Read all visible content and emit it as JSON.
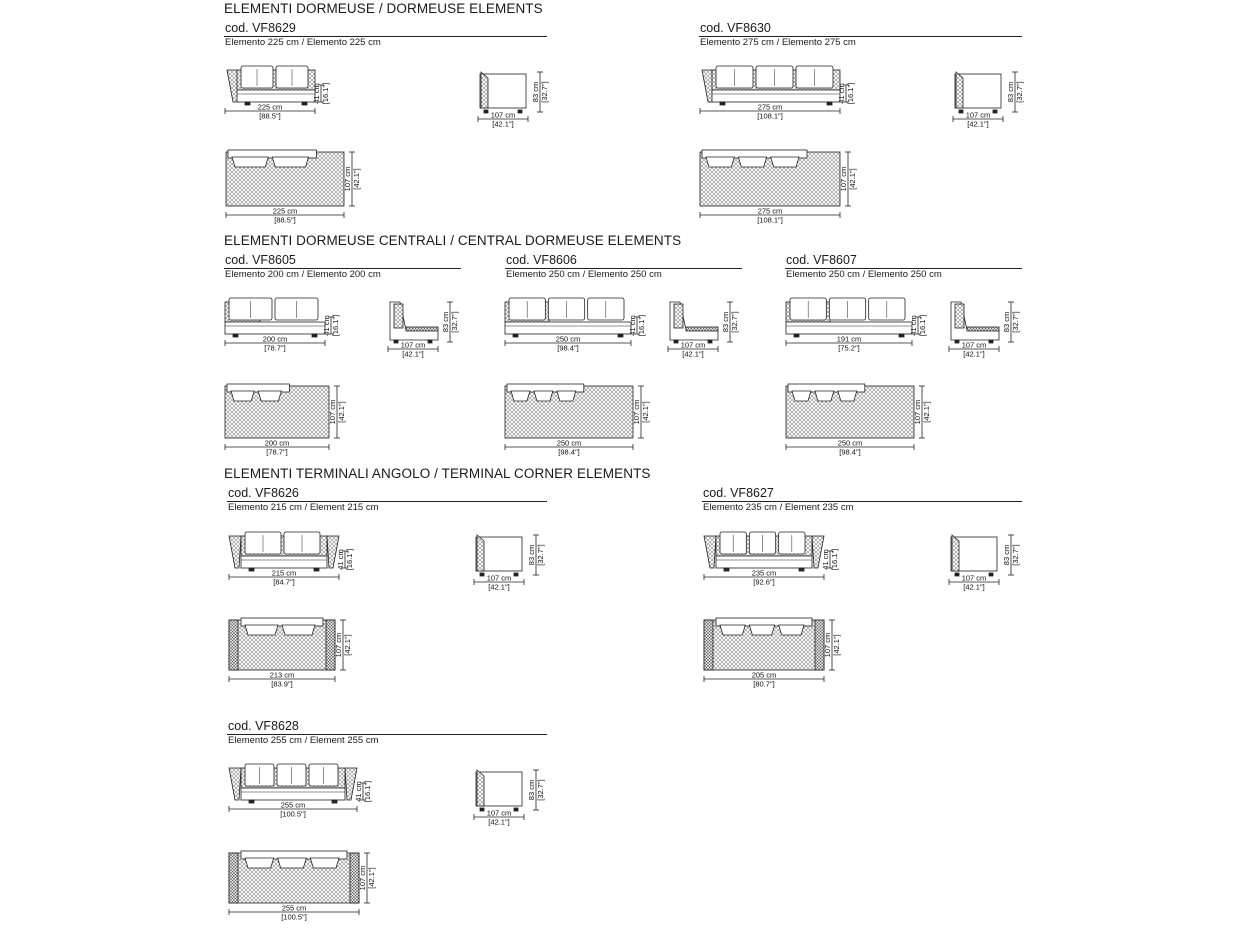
{
  "sections": [
    {
      "title": "ELEMENTI DORMEUSE / DORMEUSE ELEMENTS"
    },
    {
      "title": "ELEMENTI DORMEUSE CENTRALI / CENTRAL DORMEUSE ELEMENTS"
    },
    {
      "title": "ELEMENTI TERMINALI ANGOLO / TERMINAL CORNER ELEMENTS"
    }
  ],
  "products": [
    {
      "code": "cod. VF8629",
      "subtitle": "Elemento 225 cm / Elemento 225 cm",
      "front_w": "225 cm",
      "front_w_in": "[88.5\"]",
      "seat_h": "41 cm",
      "seat_h_in": "[16.1\"]",
      "side_w": "107 cm",
      "side_w_in": "[42.1\"]",
      "side_h": "83 cm",
      "side_h_in": "[32.7\"]",
      "top_w": "225 cm",
      "top_w_in": "[88.5\"]",
      "top_d": "107 cm",
      "top_d_in": "[42.1\"]"
    },
    {
      "code": "cod. VF8630",
      "subtitle": "Elemento 275 cm / Elemento 275 cm",
      "front_w": "275 cm",
      "front_w_in": "[108.1\"]",
      "seat_h": "41 cm",
      "seat_h_in": "[16.1\"]",
      "side_w": "107 cm",
      "side_w_in": "[42.1\"]",
      "side_h": "83 cm",
      "side_h_in": "[32.7\"]",
      "top_w": "275 cm",
      "top_w_in": "[108.1\"]",
      "top_d": "107 cm",
      "top_d_in": "[42.1\"]"
    },
    {
      "code": "cod. VF8605",
      "subtitle": "Elemento 200 cm / Elemento 200 cm",
      "front_w": "200 cm",
      "front_w_in": "[78.7\"]",
      "seat_h": "41 cm",
      "seat_h_in": "[16.1\"]",
      "side_w": "107 cm",
      "side_w_in": "[42.1\"]",
      "side_h": "83 cm",
      "side_h_in": "[32.7\"]",
      "top_w": "200 cm",
      "top_w_in": "[78.7\"]",
      "top_d": "107 cm",
      "top_d_in": "[42.1\"]"
    },
    {
      "code": "cod. VF8606",
      "subtitle": "Elemento 250 cm / Elemento 250 cm",
      "front_w": "250 cm",
      "front_w_in": "[98.4\"]",
      "seat_h": "41 cm",
      "seat_h_in": "[16.1\"]",
      "side_w": "107 cm",
      "side_w_in": "[42.1\"]",
      "side_h": "83 cm",
      "side_h_in": "[32.7\"]",
      "top_w": "250 cm",
      "top_w_in": "[98.4\"]",
      "top_d": "107 cm",
      "top_d_in": "[42.1\"]"
    },
    {
      "code": "cod. VF8607",
      "subtitle": "Elemento 250 cm / Elemento 250 cm",
      "front_w": "191 cm",
      "front_w_in": "[75.2\"]",
      "seat_h": "41 cm",
      "seat_h_in": "[16.1\"]",
      "side_w": "107 cm",
      "side_w_in": "[42.1\"]",
      "side_h": "83 cm",
      "side_h_in": "[32.7\"]",
      "top_w": "250 cm",
      "top_w_in": "[98.4\"]",
      "top_d": "107 cm",
      "top_d_in": "[42.1\"]"
    },
    {
      "code": "cod. VF8626",
      "subtitle": "Elemento 215 cm / Element 215 cm",
      "front_w": "215 cm",
      "front_w_in": "[84.7\"]",
      "seat_h": "41 cm",
      "seat_h_in": "[16.1\"]",
      "side_w": "107 cm",
      "side_w_in": "[42.1\"]",
      "side_h": "83 cm",
      "side_h_in": "[32.7\"]",
      "top_w": "213 cm",
      "top_w_in": "[83.9\"]",
      "top_d": "107 cm",
      "top_d_in": "[42.1\"]"
    },
    {
      "code": "cod. VF8627",
      "subtitle": "Elemento 235 cm / Element 235 cm",
      "front_w": "235 cm",
      "front_w_in": "[92.6\"]",
      "seat_h": "41 cm",
      "seat_h_in": "[16.1\"]",
      "side_w": "107 cm",
      "side_w_in": "[42.1\"]",
      "side_h": "83 cm",
      "side_h_in": "[32.7\"]",
      "top_w": "205 cm",
      "top_w_in": "[80.7\"]",
      "top_d": "107 cm",
      "top_d_in": "[42.1\"]"
    },
    {
      "code": "cod. VF8628",
      "subtitle": "Elemento 255 cm / Element 255 cm",
      "front_w": "255 cm",
      "front_w_in": "[100.5\"]",
      "seat_h": "41 cm",
      "seat_h_in": "[16.1\"]",
      "side_w": "107 cm",
      "side_w_in": "[42.1\"]",
      "side_h": "83 cm",
      "side_h_in": "[32.7\"]",
      "top_w": "255 cm",
      "top_w_in": "[100.5\"]",
      "top_d": "107 cm",
      "top_d_in": "[42.1\"]"
    }
  ]
}
